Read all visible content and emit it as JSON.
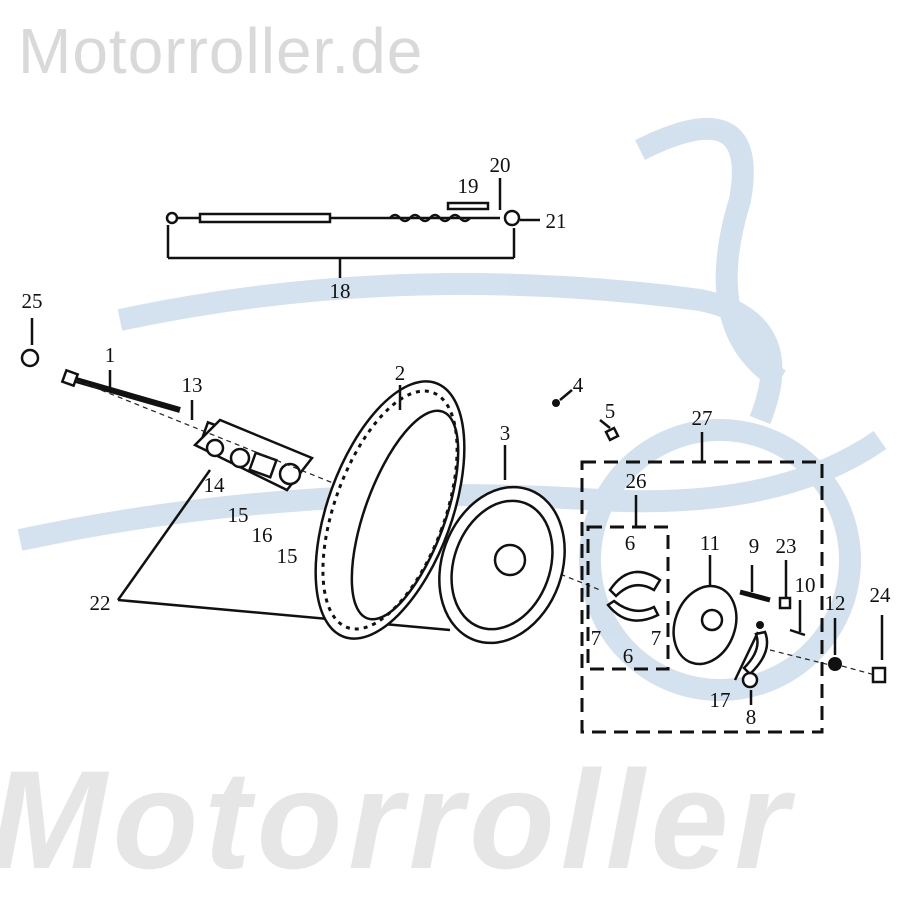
{
  "watermark": {
    "top": "Motorroller.de",
    "large": "Motorroller",
    "logo_color": "#c9d9ea"
  },
  "labels": {
    "l1": "1",
    "l2": "2",
    "l3": "3",
    "l4": "4",
    "l5": "5",
    "l6a": "6",
    "l6b": "6",
    "l7a": "7",
    "l7b": "7",
    "l8": "8",
    "l9": "9",
    "l10": "10",
    "l11": "11",
    "l12": "12",
    "l13": "13",
    "l14": "14",
    "l15a": "15",
    "l15b": "15",
    "l16": "16",
    "l17": "17",
    "l18": "18",
    "l19": "19",
    "l20": "20",
    "l21": "21",
    "l22": "22",
    "l23": "23",
    "l24": "24",
    "l25": "25",
    "l26": "26",
    "l27": "27"
  }
}
